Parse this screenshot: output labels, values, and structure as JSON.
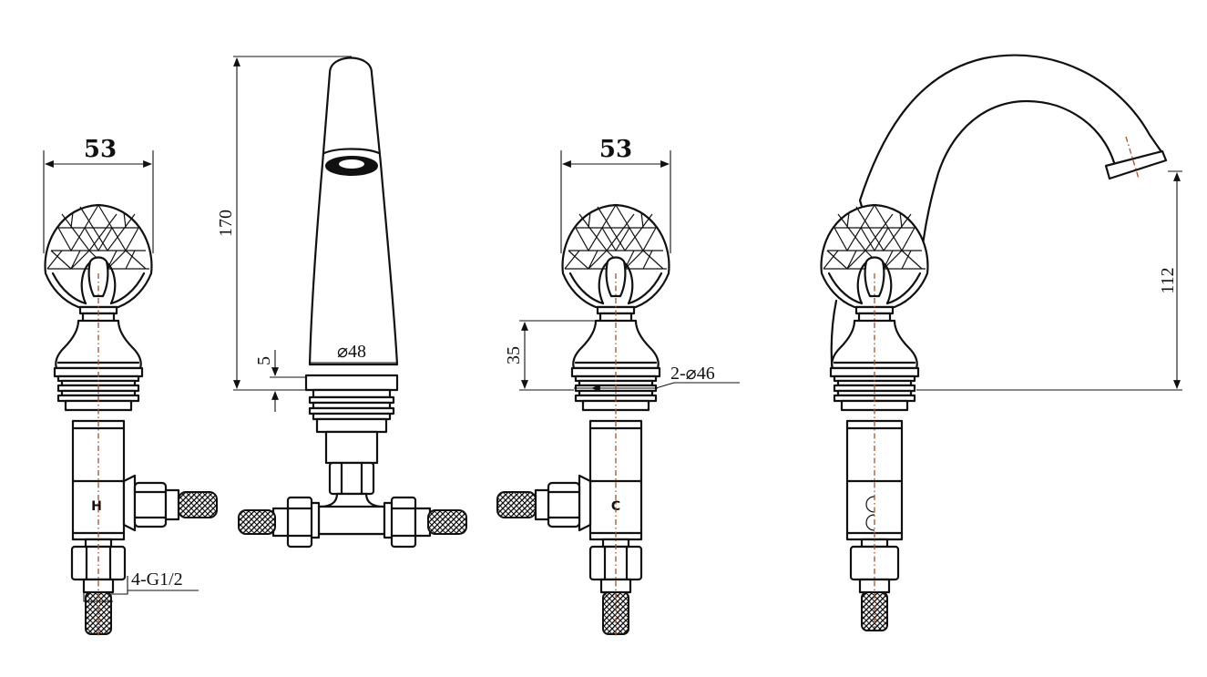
{
  "dimensions": {
    "left_handle_width": "53",
    "right_handle_width": "53",
    "spout_height": "170",
    "deck_thickness": "5",
    "spout_diameter": "⌀48",
    "handle_height": "35",
    "hole_diameter": "2-⌀46",
    "connector_thread": "4-G1/2",
    "spout_reach_height": "112"
  },
  "markers": {
    "hot": "H",
    "cold": "C"
  },
  "colors": {
    "line": "#111111",
    "centerline": "#a0522d",
    "background": "#ffffff"
  }
}
